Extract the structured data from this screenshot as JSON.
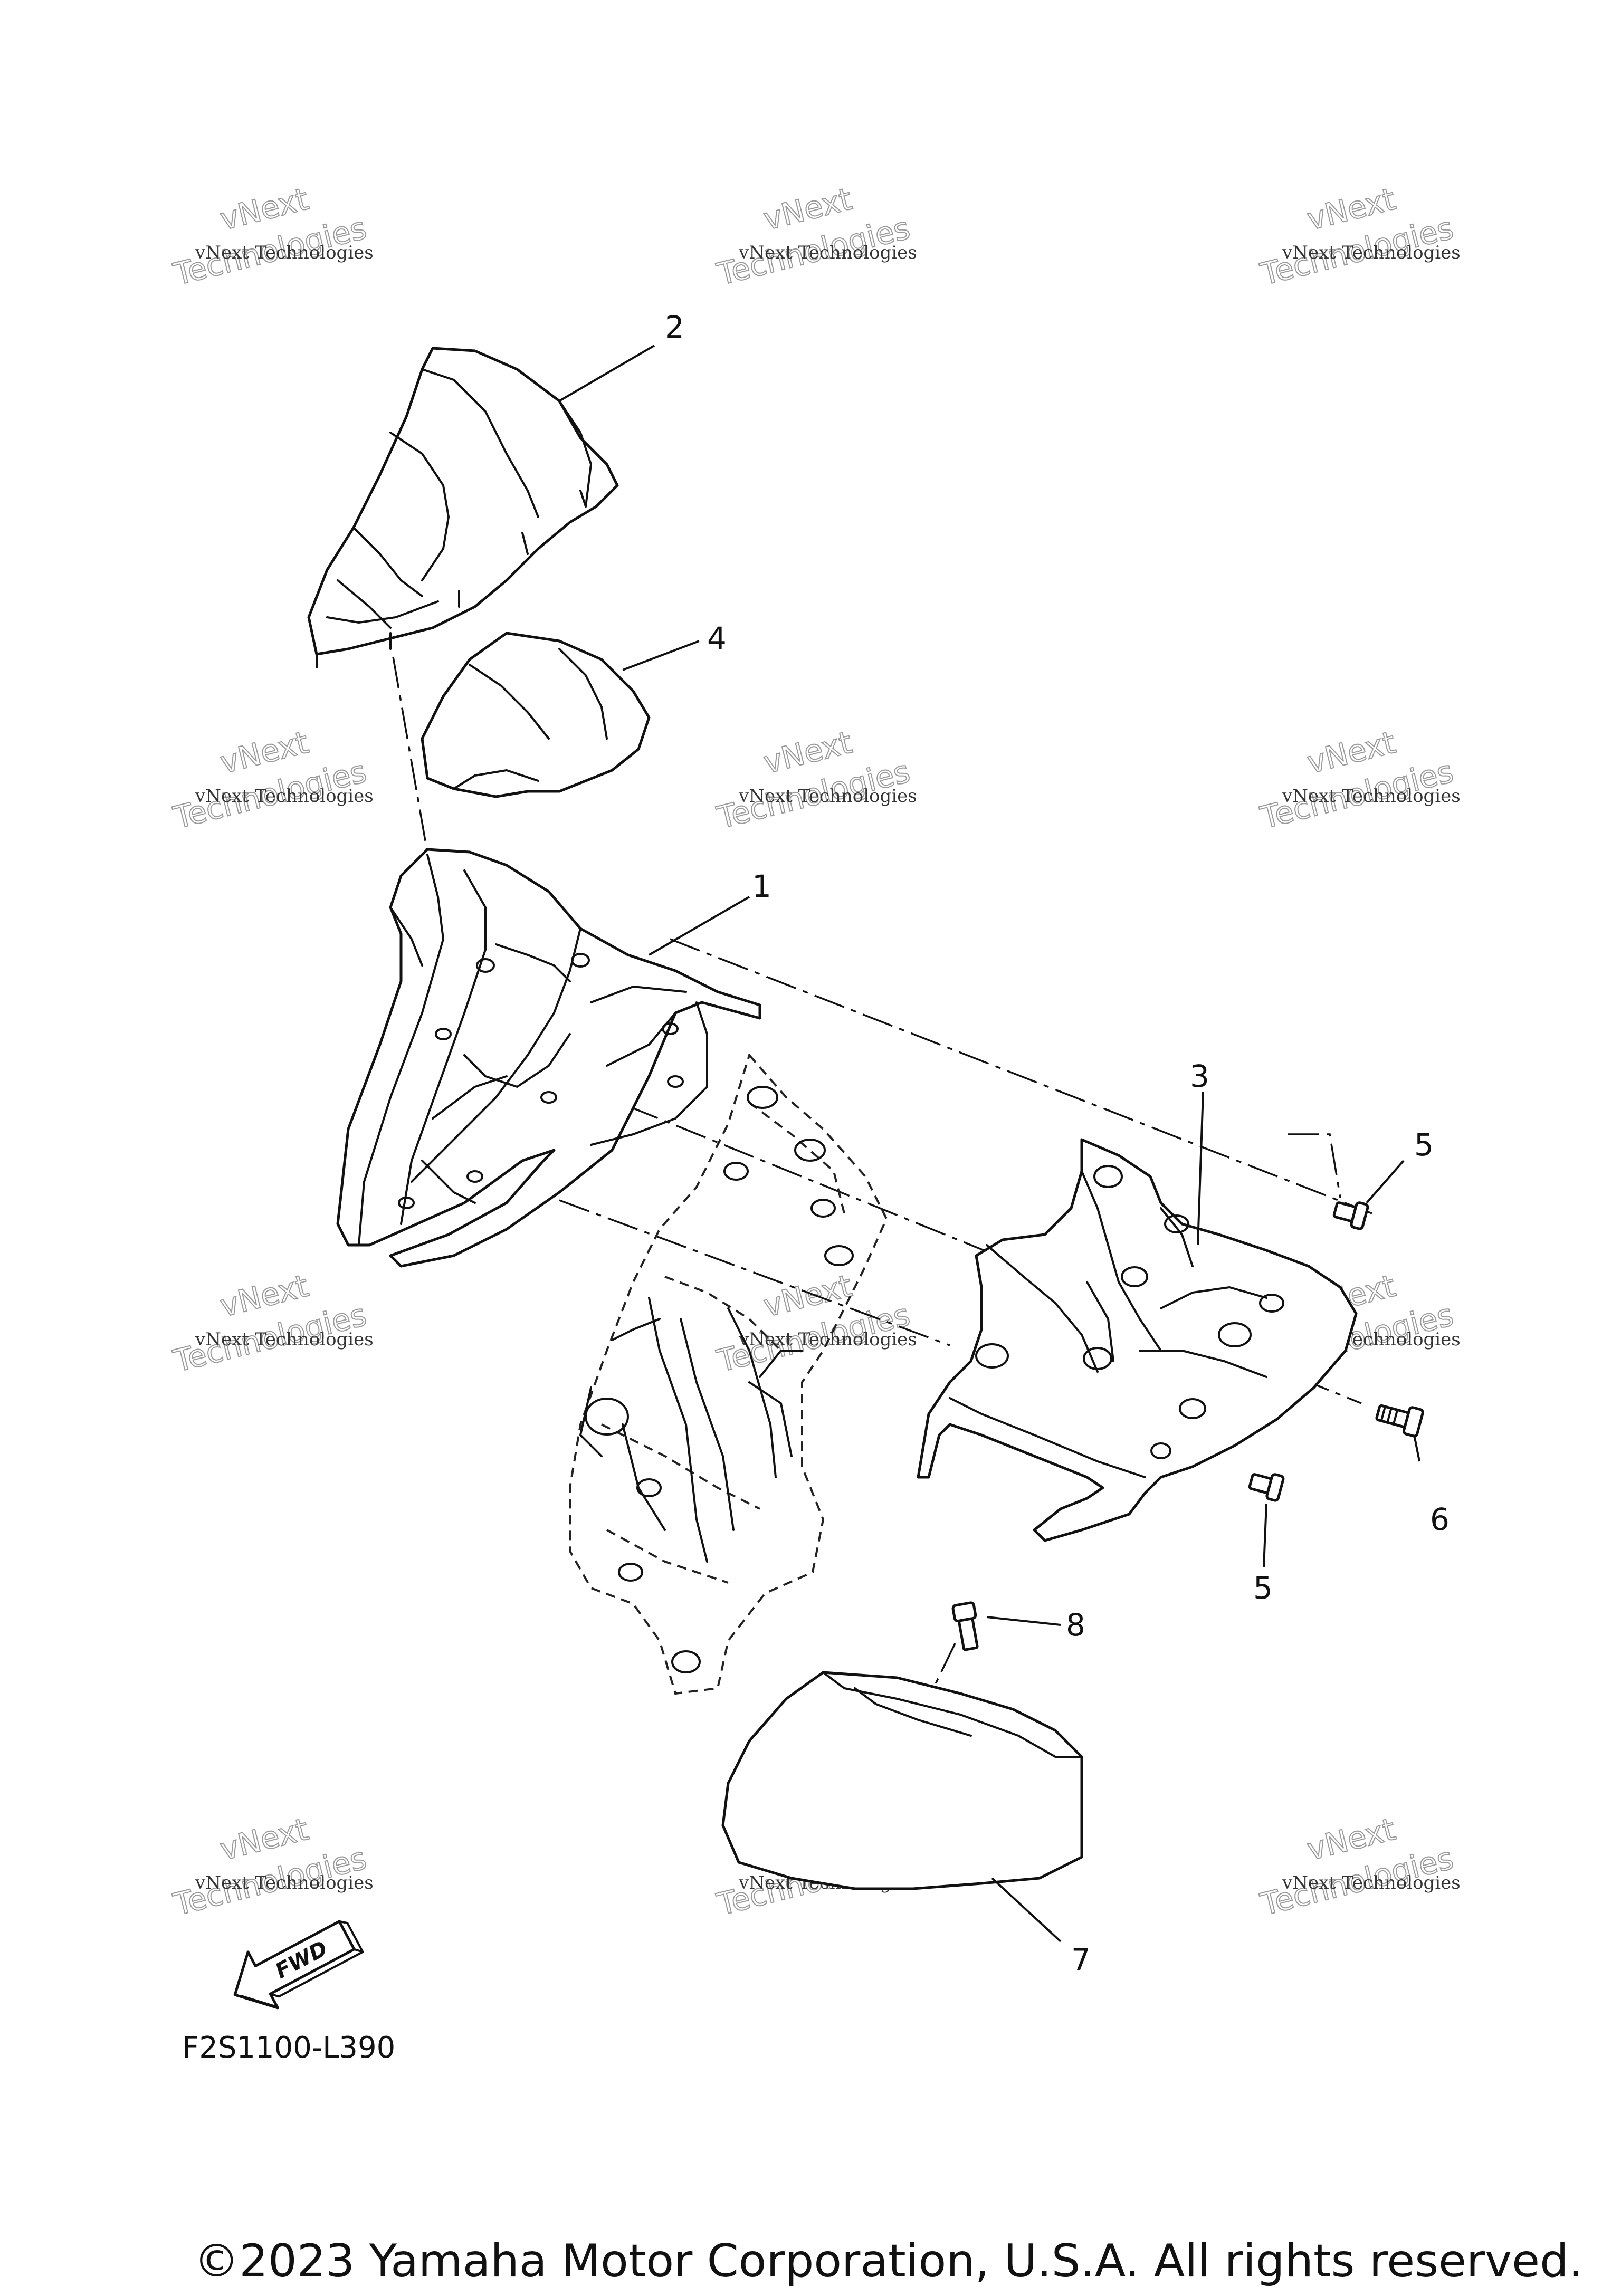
{
  "callouts": [
    "1",
    "2",
    "3",
    "4",
    "5",
    "5",
    "6",
    "7",
    "8"
  ],
  "watermark": {
    "line1": "vNext Technologies",
    "line2": "vNext",
    "line3": "Technologies"
  },
  "diagram_code": "F2S1100-L390",
  "fwd_label": "FWD",
  "copyright": "©2023 Yamaha Motor Corporation, U.S.A. All rights reserved."
}
